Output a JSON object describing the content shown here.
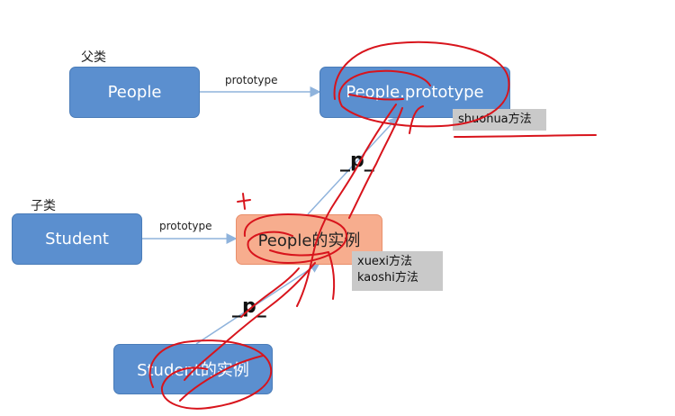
{
  "labels": {
    "parent": "父类",
    "child": "子类"
  },
  "boxes": {
    "people": "People",
    "people_prototype": "People.prototype",
    "student": "Student",
    "people_instance": "People的实例",
    "student_instance": "Student的实例"
  },
  "arrows": {
    "prototype_top": "prototype",
    "prototype_bottom": "prototype"
  },
  "proto_marks": {
    "upper": "_p_",
    "lower": "_p_"
  },
  "notes": {
    "shuohua": "shuohua方法",
    "xuexi": "xuexi方法",
    "kaoshi": "kaoshi方法"
  },
  "colors": {
    "box_blue": "#5b8fcf",
    "box_orange": "#f7ad8e",
    "annotation_red": "#d8141c",
    "note_gray": "#c9c9c9",
    "arrow": "#8fb3dc"
  }
}
